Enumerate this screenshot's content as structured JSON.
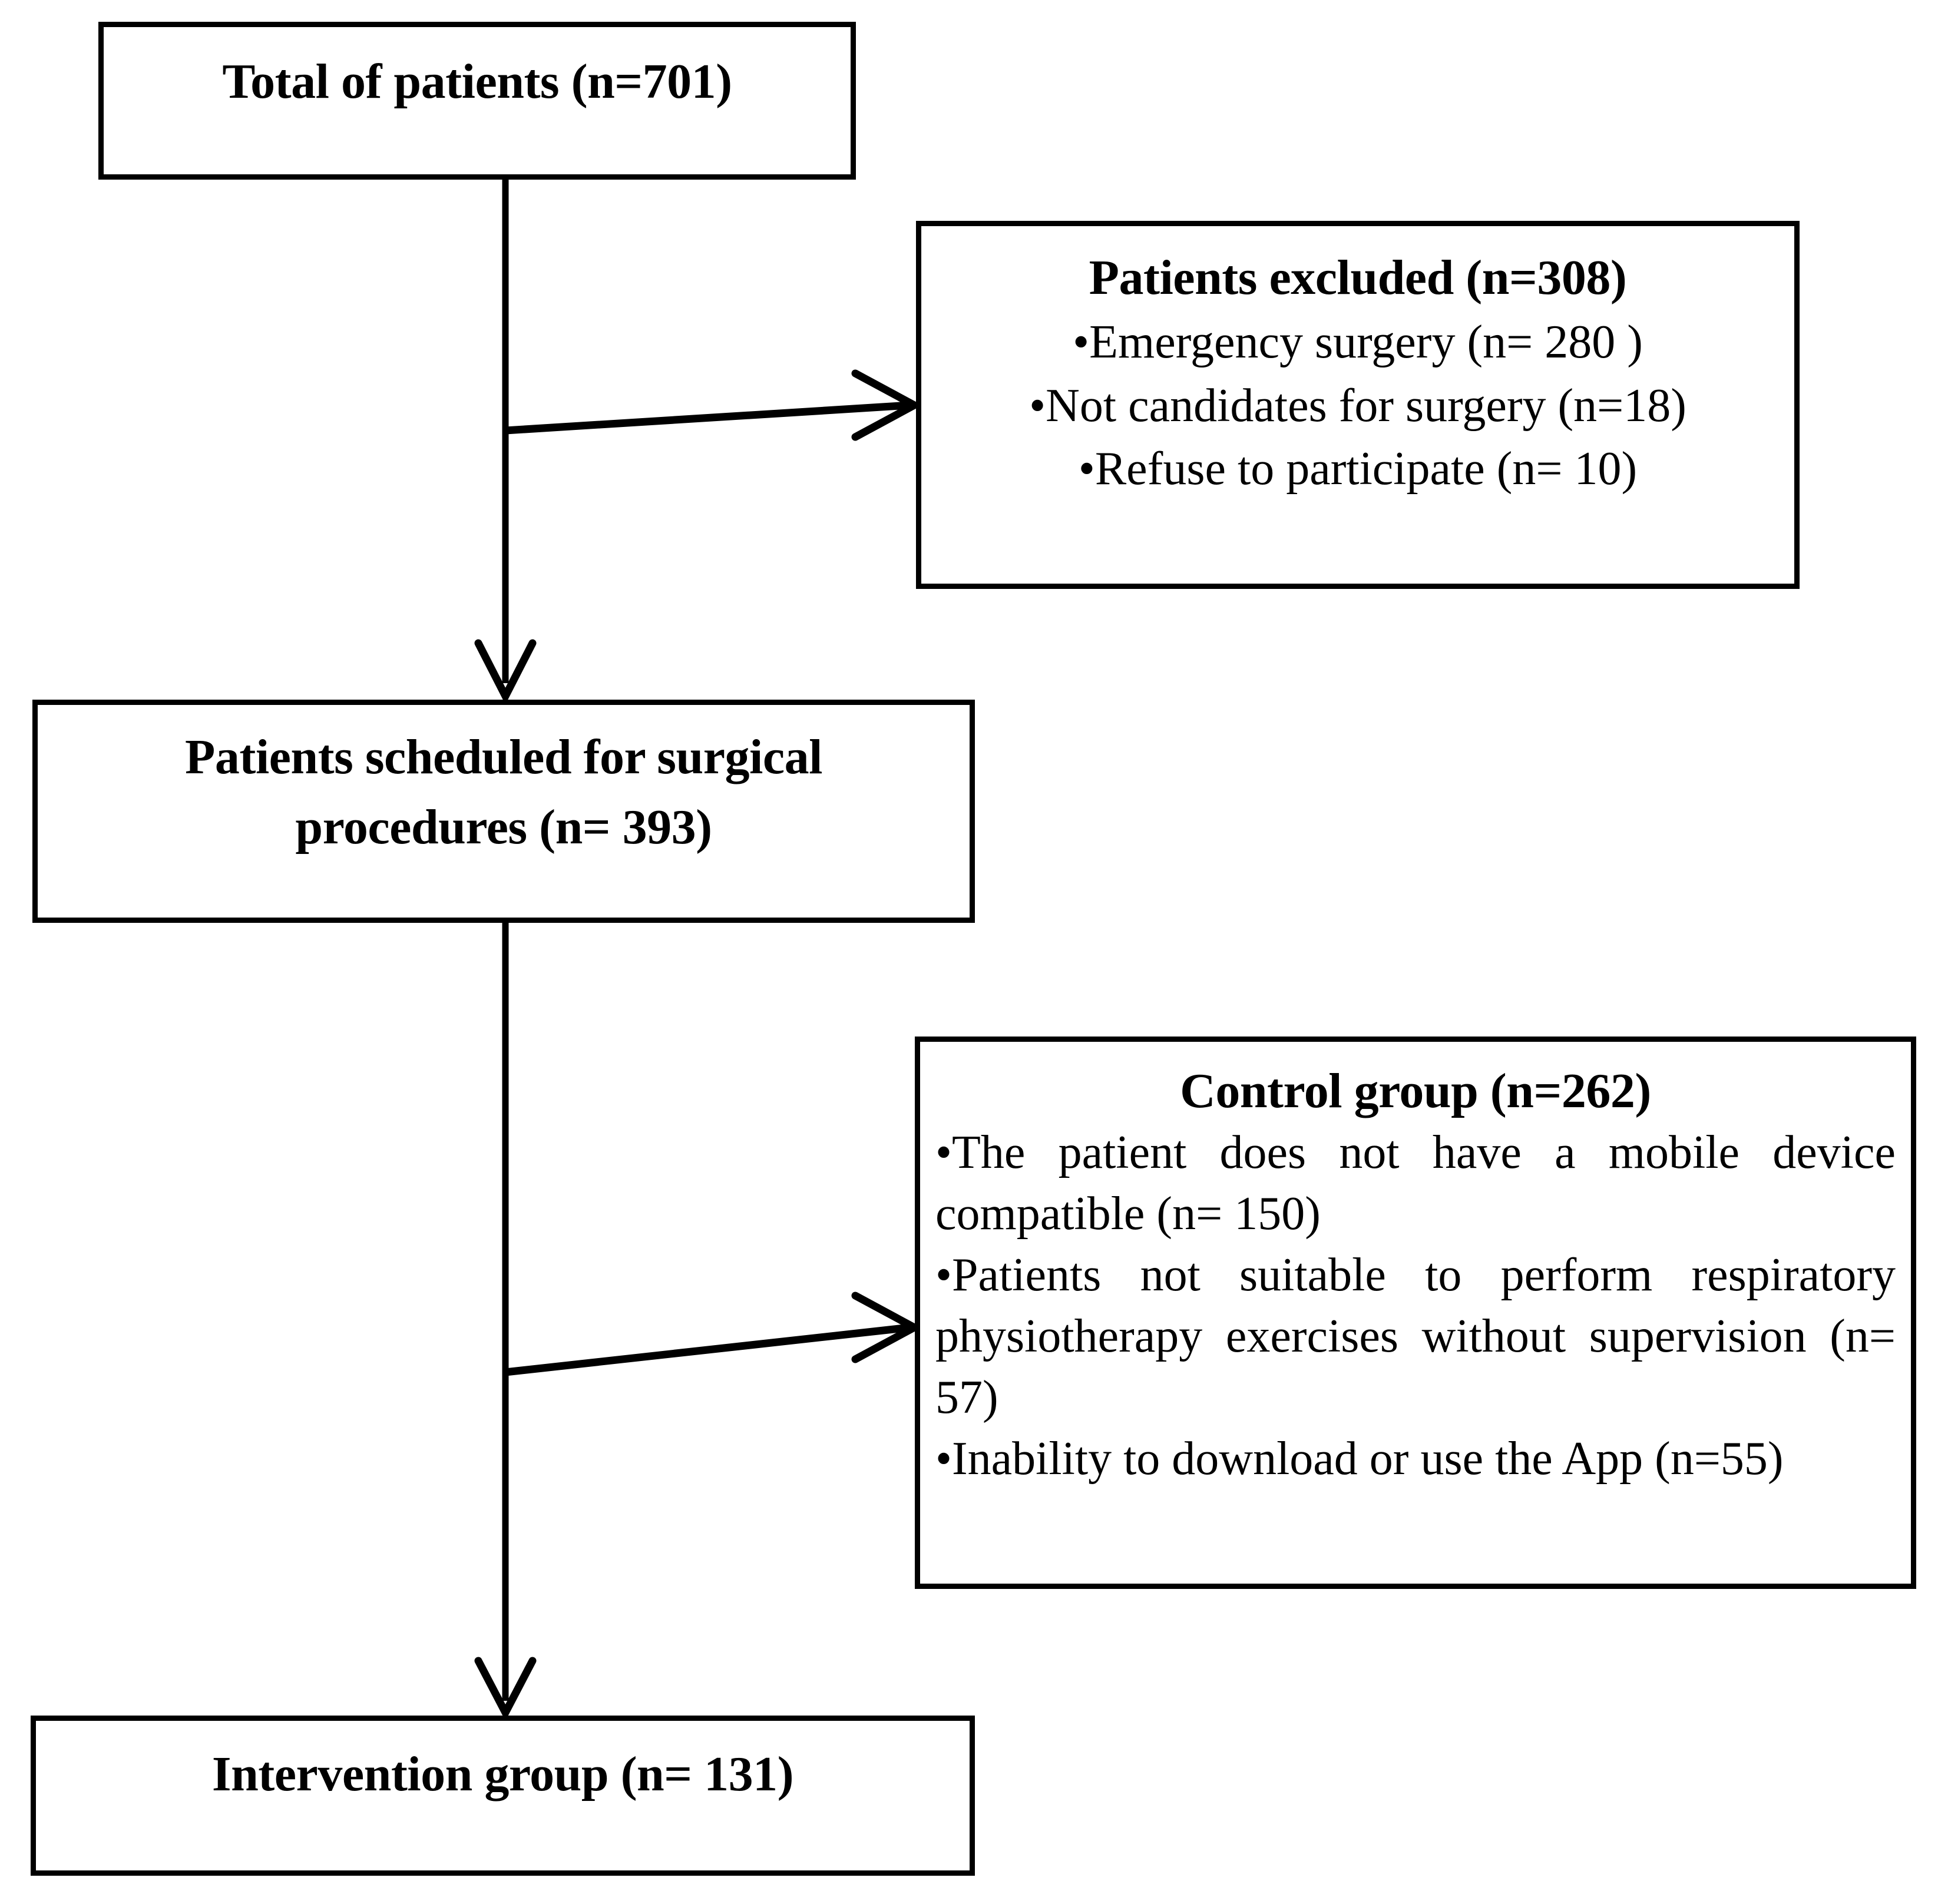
{
  "diagram": {
    "type": "consort-flow-diagram",
    "nodes": {
      "total": {
        "label": "Total of patients  (n=701)",
        "n": 701
      },
      "excluded": {
        "header": "Patients excluded (n=308)",
        "n": 308,
        "items": [
          "•Emergency surgery (n= 280 )",
          "•Not candidates for surgery (n=18)",
          "•Refuse to participate (n= 10)"
        ],
        "counts": [
          280,
          18,
          10
        ]
      },
      "scheduled": {
        "line1": "Patients scheduled  for surgical",
        "line2": "procedures (n= 393)",
        "n": 393
      },
      "control": {
        "header": "Control group (n=262)",
        "n": 262,
        "items": [
          "•The patient does not have a mobile device compatible (n= 150)",
          "•Patients not suitable to perform respiratory physiotherapy exercises without supervision (n= 57)",
          "•Inability to download or use the App (n=55)"
        ],
        "counts": [
          150,
          57,
          55
        ]
      },
      "intervention": {
        "label": "Intervention group (n= 131)",
        "n": 131
      }
    },
    "edges": [
      {
        "from": "total",
        "to": "scheduled",
        "kind": "vertical-arrow"
      },
      {
        "from": "total",
        "to": "excluded",
        "kind": "branch-arrow"
      },
      {
        "from": "scheduled",
        "to": "intervention",
        "kind": "vertical-arrow"
      },
      {
        "from": "scheduled",
        "to": "control",
        "kind": "branch-arrow"
      }
    ],
    "colors": {
      "stroke": "#000000",
      "fill": "#ffffff",
      "text": "#000000"
    }
  }
}
